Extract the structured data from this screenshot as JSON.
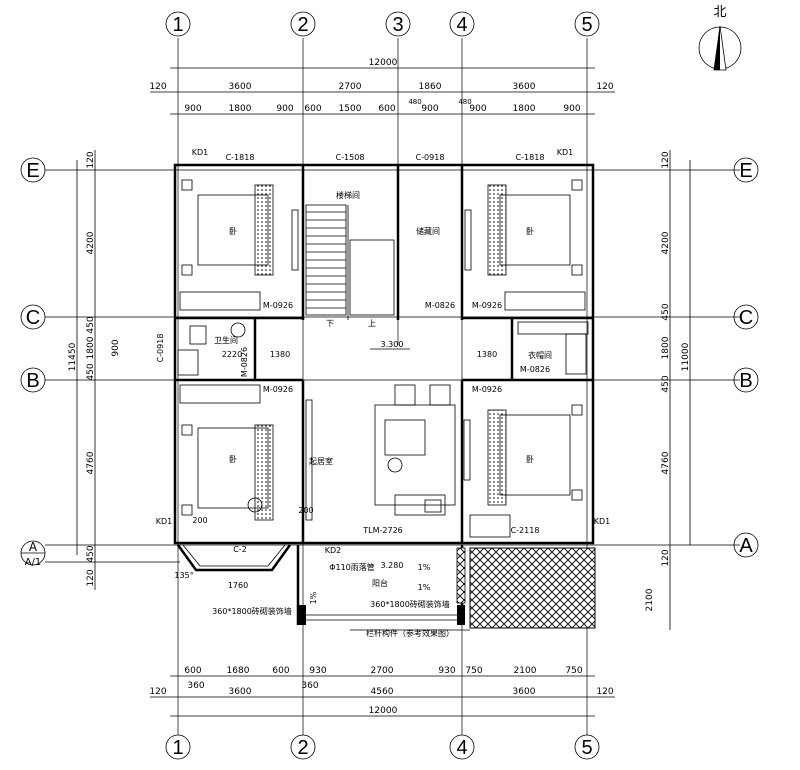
{
  "north_label": "北",
  "axes": {
    "top": [
      "1",
      "2",
      "3",
      "4",
      "5"
    ],
    "bottom": [
      "1",
      "2",
      "4",
      "5"
    ],
    "left": [
      "E",
      "C",
      "B",
      "A",
      "A/1"
    ],
    "right": [
      "E",
      "C",
      "B",
      "A"
    ]
  },
  "dims_top": {
    "total": "12000",
    "row2": [
      "120",
      "3600",
      "2700",
      "1860",
      "3600",
      "120"
    ],
    "row3": [
      "900",
      "1800",
      "900",
      "600",
      "1500",
      "600",
      "480",
      "900",
      "480",
      "900",
      "1800",
      "900"
    ]
  },
  "dims_bottom": {
    "total": "12000",
    "row2": [
      "120",
      "3600",
      "4560",
      "3600",
      "120"
    ],
    "row3": [
      "600",
      "1680",
      "600",
      "930",
      "2700",
      "930",
      "750",
      "2100",
      "750"
    ],
    "small": [
      "360",
      "360"
    ]
  },
  "dims_left": [
    "120",
    "4200",
    "450",
    "1800",
    "900",
    "450",
    "4760",
    "120",
    "450",
    "11450"
  ],
  "dims_right": [
    "120",
    "4200",
    "450",
    "1800",
    "450",
    "4760",
    "120",
    "2100",
    "11000"
  ],
  "windows": [
    "C-1818",
    "C-1508",
    "C-0918",
    "C-1818",
    "C-0918",
    "C-2",
    "C-2118",
    "KD1",
    "KD1",
    "KD1",
    "KD1",
    "KD2"
  ],
  "doors": [
    "M-0926",
    "M-0926",
    "M-0826",
    "M-0926",
    "M-0926",
    "M-0826",
    "M-0826",
    "TLM-2726"
  ],
  "rooms": {
    "stair": "楼梯间",
    "storage": "储藏间",
    "bedroom": "卧",
    "bathroom": "卫生间",
    "cloakroom": "衣帽间",
    "living": "起居室",
    "balcony": "阳台",
    "up": "上",
    "down": "下"
  },
  "levels": [
    "3.300",
    "3.280"
  ],
  "slopes": [
    "1%",
    "1%",
    "1%"
  ],
  "widths": [
    "2220",
    "1380",
    "1380",
    "1760",
    "200",
    "200"
  ],
  "notes": {
    "drain": "Φ110雨落管",
    "decor_left": "360*1800砖砌装饰墙",
    "decor_right": "360*1800砖砌装饰墙",
    "railing": "栏杆构件（参考效果图）",
    "angle": "135°"
  }
}
